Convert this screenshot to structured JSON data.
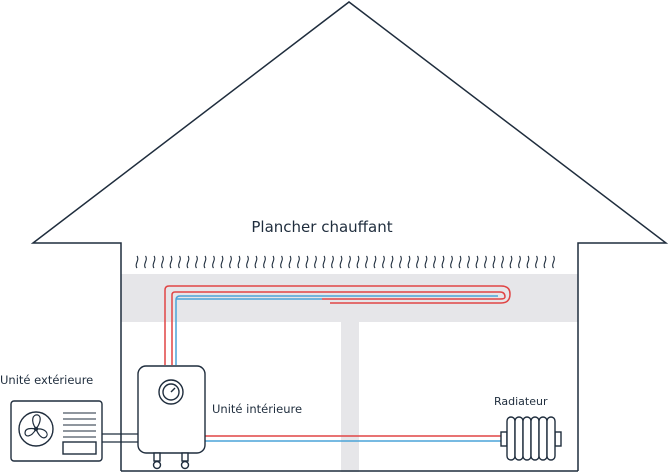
{
  "diagram": {
    "title": "Plancher chauffant",
    "labels": {
      "outdoor_unit": "Unité extérieure",
      "indoor_unit": "Unité intérieure",
      "radiator": "Radiateur"
    },
    "colors": {
      "outline": "#1f2d3d",
      "floor_band": "#e6e6e9",
      "hot_pipe": "#e04545",
      "cold_pipe": "#4aa3d8",
      "background": "#ffffff"
    },
    "icons": [
      "house-outline",
      "heat-wave-icon",
      "fan-icon",
      "gauge-icon",
      "radiator-icon"
    ]
  }
}
